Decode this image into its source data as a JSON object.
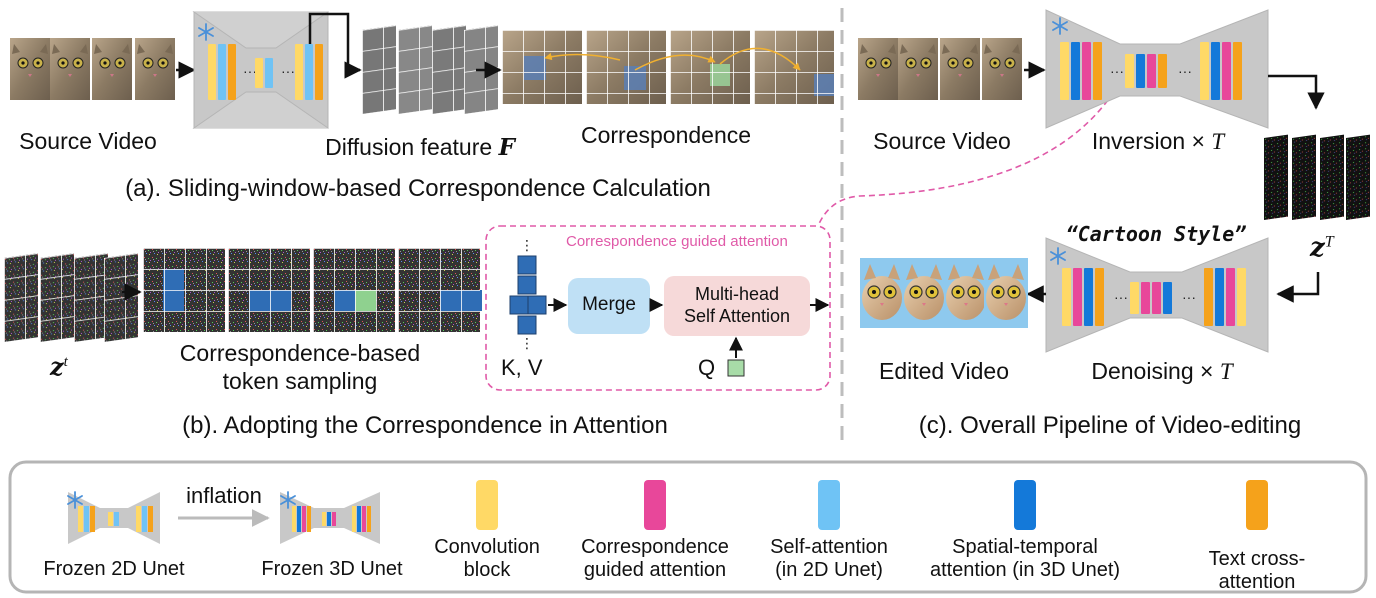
{
  "panel_a": {
    "source_video": "Source Video",
    "diffusion_feature": "Diffusion feature",
    "feature_symbol": "F",
    "correspondence": "Correspondence",
    "caption": "(a). Sliding-window-based Correspondence Calculation"
  },
  "panel_b": {
    "z_symbol": "z",
    "z_sup": "t",
    "token_sampling_line1": "Correspondence-based",
    "token_sampling_line2": "token sampling",
    "attention_box_title": "Correspondence guided attention",
    "kv_label": "K, V",
    "merge": "Merge",
    "mhsa_line1": "Multi-head",
    "mhsa_line2": "Self Attention",
    "q_label": "Q",
    "caption": "(b). Adopting the Correspondence in Attention"
  },
  "panel_c": {
    "source_video": "Source Video",
    "inversion": "Inversion ×",
    "inversion_T": "T",
    "prompt": "“Cartoon Style”",
    "z_symbol": "z",
    "z_sup": "T",
    "edited_video": "Edited Video",
    "denoising": "Denoising ×",
    "denoising_T": "T",
    "caption": "(c). Overall Pipeline of Video-editing"
  },
  "legend": {
    "inflation": "inflation",
    "frozen_2d": "Frozen 2D Unet",
    "frozen_3d": "Frozen 3D Unet",
    "conv_line1": "Convolution",
    "conv_line2": "block",
    "cga_line1": "Correspondence",
    "cga_line2": "guided attention",
    "sa_line1": "Self-attention",
    "sa_line2": "(in 2D Unet)",
    "st_line1": "Spatial-temporal",
    "st_line2": "attention (in 3D Unet)",
    "tca": "Text cross-attention"
  },
  "colors": {
    "conv": "#ffd966",
    "correspondence_attention": "#e8479a",
    "self_attention": "#6fc3f5",
    "spatial_temporal": "#1479d9",
    "text_cross_attention": "#f5a21b",
    "unet_body": "#c9c9c9",
    "dashed_pink": "#e05aa8",
    "merge_box": "#bfe0f5",
    "mhsa_box": "#f6d9d9",
    "token_blue": "#2f6db5",
    "token_green": "#8fd18f"
  },
  "icons": [
    "snowflake-icon",
    "cat-video-frames",
    "noise-frames",
    "cartoon-cat-frames"
  ]
}
